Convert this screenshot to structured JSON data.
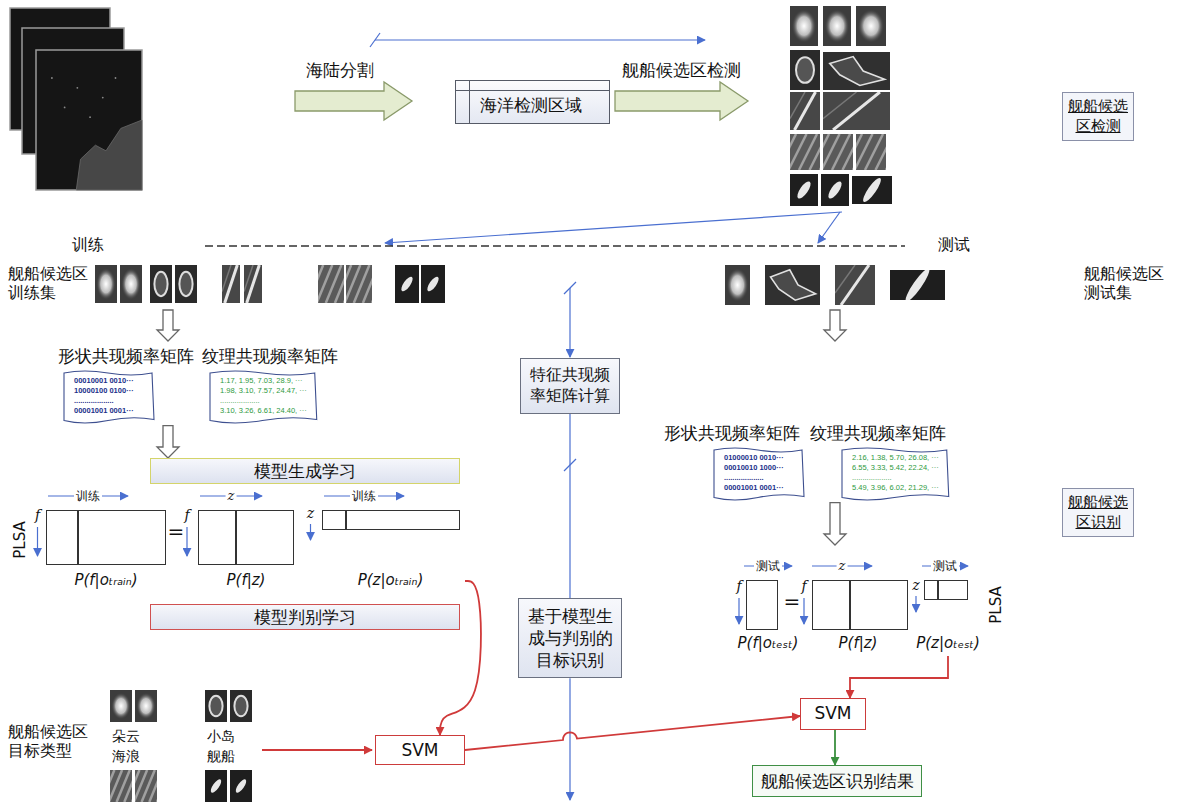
{
  "diagram": {
    "nodes": [
      {
        "text": [
          "海洋检测区域"
        ]
      },
      {
        "text": [
          "舰船候选区检测"
        ]
      },
      {
        "text": [
          "形状共现频率矩阵",
          "00010001 0010···",
          "10000100 0100···",
          "...................",
          "00001001 0001···"
        ]
      },
      {
        "text": [
          "纹理共现频率矩阵",
          "1.17, 1.95, 7.03, 28.9, ···",
          "1.98, 3.10, 7.57, 24.47, ···",
          "...................",
          "3.10, 3.26, 6.61, 24.40, ···"
        ]
      },
      {
        "text": [
          "特征共现频率矩阵计算"
        ]
      },
      {
        "text": [
          "形状共现频率矩阵",
          "01000010 0010···",
          "00010010 1000···",
          "...................",
          "00001001 0001···"
        ]
      },
      {
        "text": [
          "纹理共现频率矩阵",
          "2.16, 1.38, 5.70, 26.08, ···",
          "6.55, 3.33, 5.42, 22.24, ···",
          "...................",
          "5.49, 3.96, 6.02, 21.29, ···"
        ]
      },
      {
        "text": [
          "模型生成学习"
        ]
      },
      {
        "text": [
          "舰船候选区识别"
        ]
      },
      {
        "text": [
          "P(f|oₜᵣₐᵢₙ)"
        ]
      },
      {
        "text": [
          "P(f|z)"
        ]
      },
      {
        "text": [
          "P(z|oₜᵣₐᵢₙ)"
        ]
      },
      {
        "text": [
          "P(f|oₜₑₛₜ)"
        ]
      },
      {
        "text": [
          "P(f|z)"
        ]
      },
      {
        "text": [
          "P(z|oₜₑₛₜ)"
        ]
      },
      {
        "text": [
          "基于模型生成与判别的目标识别"
        ]
      },
      {
        "text": [
          "模型判别学习"
        ]
      },
      {
        "text": [
          "SVM"
        ]
      },
      {
        "text": [
          "SVM"
        ]
      },
      {
        "text": [
          "舰船候选区识别结果"
        ]
      }
    ],
    "edges": [
      {
        "from": 2,
        "to": 7,
        "arrow": "to"
      },
      {
        "from": 6,
        "to": 13,
        "arrow": "to"
      },
      {
        "from": 11,
        "to": 18,
        "arrow": "to"
      },
      {
        "from": 14,
        "to": 17,
        "arrow": "to"
      },
      {
        "from": 18,
        "to": 17,
        "arrow": "to"
      },
      {
        "from": 17,
        "to": 19,
        "arrow": "to"
      }
    ],
    "labels": [
      "海陆分割",
      "舰船候选区检测",
      "训练",
      "测试",
      "舰船候选区训练集",
      "舰船候选区测试集",
      "PLSA",
      "训练",
      "f",
      "=",
      "f",
      "z",
      "训练",
      "z",
      "测试",
      "f",
      "=",
      "f",
      "z",
      "测试",
      "z",
      "PLSA",
      "舰船候选区目标类型",
      "朵云",
      "海浪",
      "小岛",
      "舰船"
    ]
  }
}
